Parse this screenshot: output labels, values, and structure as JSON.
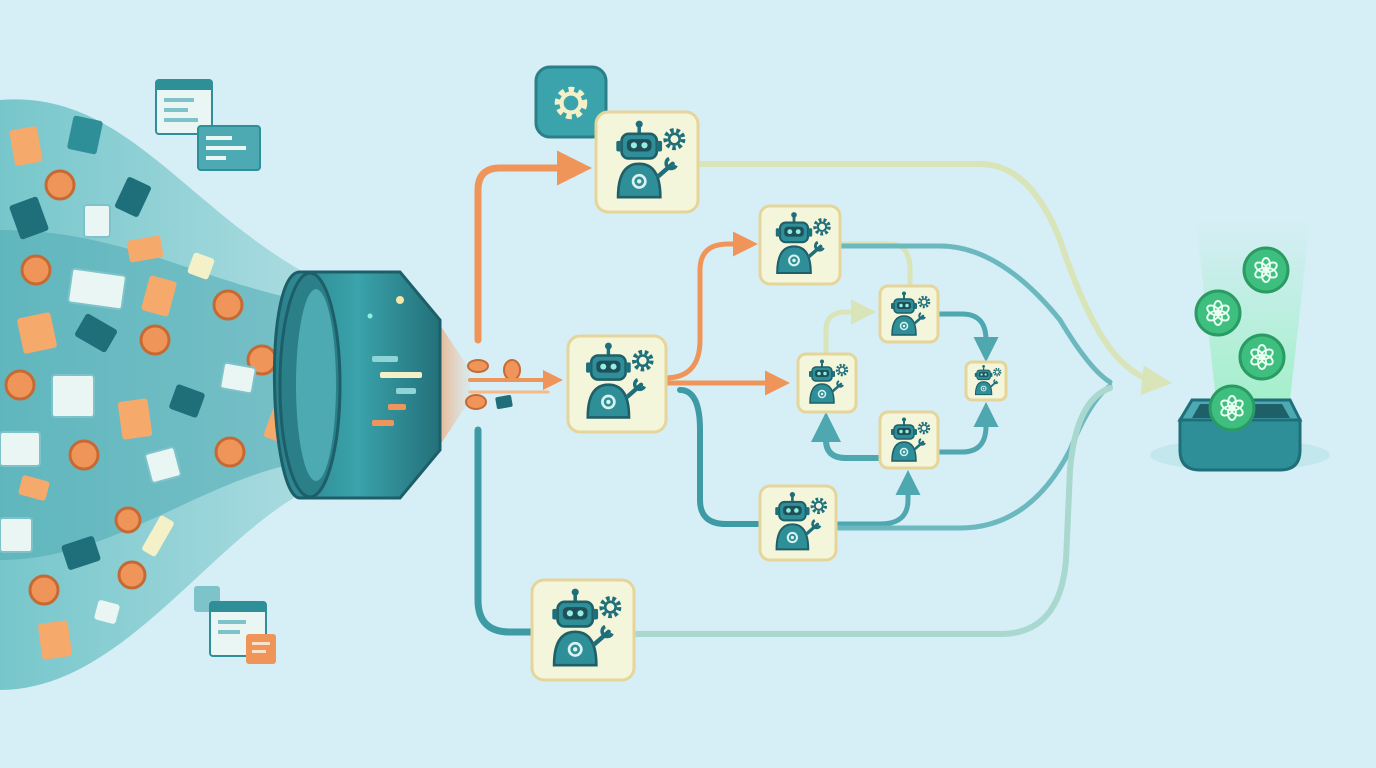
{
  "colors": {
    "background": "#d6eef6",
    "teal": "#2f8f99",
    "teal_dark": "#1f6f7a",
    "teal_light": "#7ec3c9",
    "orange": "#f0955a",
    "orange_light": "#f5b98a",
    "cream": "#f4f6dc",
    "card_border": "#e6d59a",
    "green": "#3fbf7f",
    "green_glow": "#8ff0b8"
  },
  "icons": {
    "settings": "gear-icon",
    "agent": "robot-icon",
    "model": "openai-logo-icon",
    "container": "platform-box-icon",
    "funnel": "funnel-ring-icon",
    "document": "document-icon",
    "coin": "coin-icon",
    "window": "window-icon"
  },
  "diagram": {
    "nodes": [
      {
        "id": "agent-top",
        "kind": "agent",
        "size": "large"
      },
      {
        "id": "agent-middle",
        "kind": "agent",
        "size": "large"
      },
      {
        "id": "agent-bottom",
        "kind": "agent",
        "size": "large"
      },
      {
        "id": "agent-upper-branch",
        "kind": "agent",
        "size": "medium"
      },
      {
        "id": "agent-lower-branch",
        "kind": "agent",
        "size": "medium"
      },
      {
        "id": "agent-center",
        "kind": "agent",
        "size": "small"
      },
      {
        "id": "agent-inner-top",
        "kind": "agent",
        "size": "small"
      },
      {
        "id": "agent-inner-bottom",
        "kind": "agent",
        "size": "small"
      },
      {
        "id": "agent-merge",
        "kind": "agent",
        "size": "tiny"
      },
      {
        "id": "model-output",
        "kind": "model-stack"
      }
    ],
    "edges": [
      {
        "from": "funnel",
        "to": "agent-middle",
        "color": "orange"
      },
      {
        "from": "funnel",
        "to": "agent-top",
        "color": "orange"
      },
      {
        "from": "funnel",
        "to": "agent-bottom",
        "color": "teal"
      },
      {
        "from": "agent-middle",
        "to": "agent-upper-branch",
        "color": "orange"
      },
      {
        "from": "agent-middle",
        "to": "agent-center",
        "color": "orange"
      },
      {
        "from": "agent-middle",
        "to": "agent-lower-branch",
        "color": "teal"
      },
      {
        "from": "agent-center",
        "to": "agent-inner-top",
        "color": "cream"
      },
      {
        "from": "agent-inner-top",
        "to": "agent-merge",
        "color": "teal"
      },
      {
        "from": "agent-inner-bottom",
        "to": "agent-merge",
        "color": "teal"
      },
      {
        "from": "agent-inner-bottom",
        "to": "agent-center",
        "color": "teal"
      },
      {
        "from": "agent-lower-branch",
        "to": "agent-inner-bottom",
        "color": "teal"
      },
      {
        "from": "agent-top",
        "to": "model-output",
        "color": "cream"
      },
      {
        "from": "agent-upper-branch",
        "to": "model-output",
        "color": "teal"
      },
      {
        "from": "agent-lower-branch",
        "to": "model-output",
        "color": "teal"
      },
      {
        "from": "agent-bottom",
        "to": "model-output",
        "color": "teal"
      }
    ]
  }
}
